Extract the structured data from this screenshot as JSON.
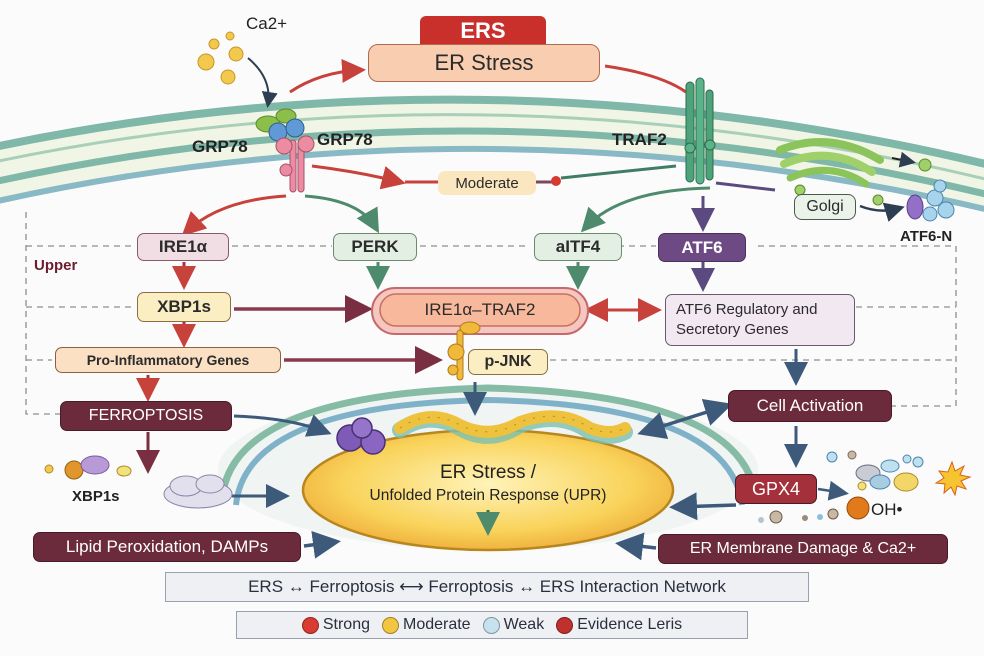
{
  "header": {
    "badge": "ERS",
    "stress_box": "ER Stress",
    "calcium": "Ca2+"
  },
  "membrane_proteins": {
    "grp78_left": "GRP78",
    "grp78_right": "GRP78",
    "traf2": "TRAF2",
    "moderate_tag": "Moderate",
    "golgi": "Golgi",
    "atf6n": "ATF6-N"
  },
  "pathway": {
    "upper_label": "Upper",
    "ire1a": "IRE1α",
    "perk": "PERK",
    "aitf4": "aITF4",
    "atf6": "ATF6",
    "xbp1s": "XBP1s",
    "ire1a_traf2": "IRE1α–TRAF2",
    "atf6_genes_line1": "ATF6 Regulatory and",
    "atf6_genes_line2": "Secretory Genes",
    "pro_inflammatory": "Pro-Inflammatory Genes",
    "pjnk": "p-JNK",
    "ferroptosis": "FERROPTOSIS",
    "cell_activation": "Cell Activation",
    "xbp1s_lower": "XBP1s",
    "gpx4": "GPX4",
    "oh_radical": "OH•",
    "lipid_peroxidation": "Lipid Peroxidation, DAMPs",
    "er_membrane_damage": "ER Membrane Damage & Ca2+"
  },
  "center": {
    "line1": "ER Stress /",
    "line2": "Unfolded Protein Response (UPR)"
  },
  "footer": {
    "network_title": "ERS ↔ Ferroptosis ⟷ Ferroptosis ↔ ERS Interaction Network",
    "legend": [
      {
        "label": "Strong",
        "color": "#d93a32"
      },
      {
        "label": "Moderate",
        "color": "#f2c641"
      },
      {
        "label": "Weak",
        "color": "#c7e2ef"
      },
      {
        "label": "Evidence Leris",
        "color": "#c0302c"
      }
    ]
  },
  "colors": {
    "red_arrow": "#c8423c",
    "green_arrow": "#4e8a6c",
    "purple_arrow": "#5a4a80",
    "slate_arrow": "#3e5a7a",
    "maroon_arrow": "#7a2e42",
    "membrane": "#7fb7a8"
  }
}
